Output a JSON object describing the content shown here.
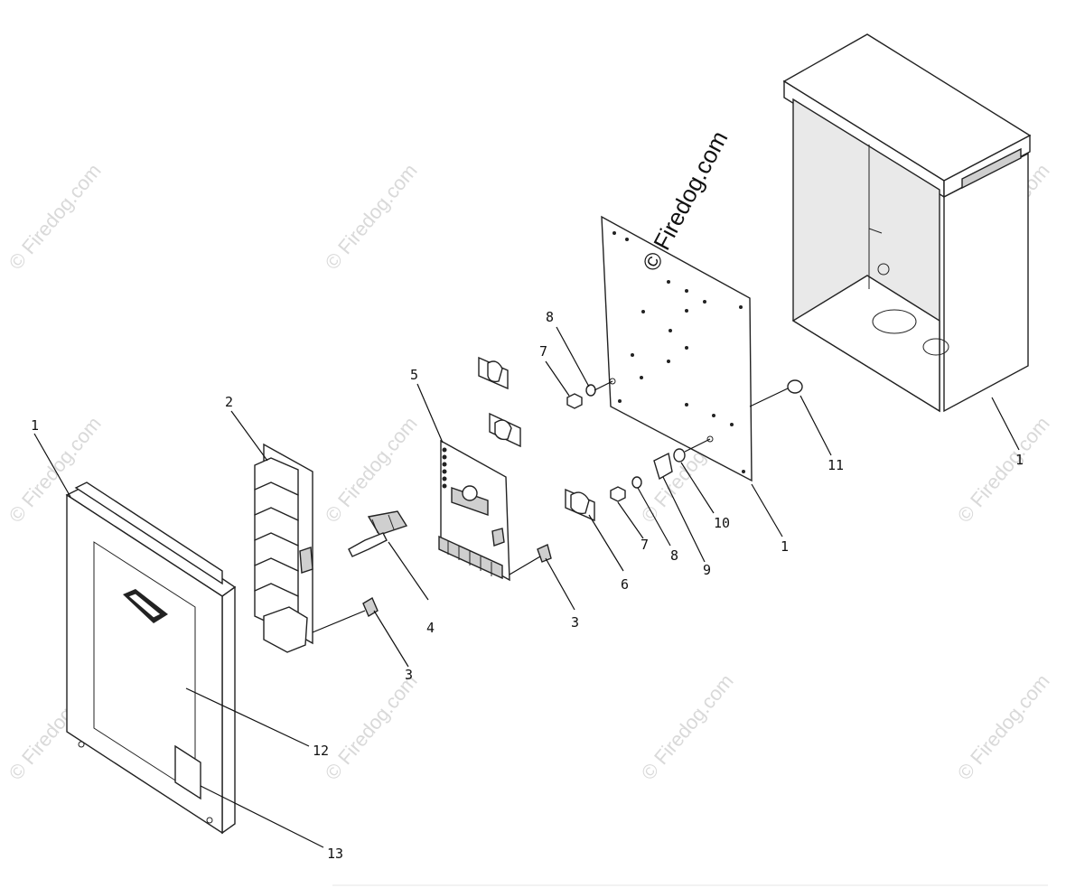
{
  "callouts": {
    "c1a": "1",
    "c1b": "1",
    "c1c": "1",
    "c2": "2",
    "c3a": "3",
    "c3b": "3",
    "c4": "4",
    "c5": "5",
    "c6": "6",
    "c7a": "7",
    "c7b": "7",
    "c8a": "8",
    "c8b": "8",
    "c9": "9",
    "c10": "10",
    "c11": "11",
    "c12": "12",
    "c13": "13"
  },
  "watermark": {
    "main": "© Firedog.com",
    "tile": "© Firedog.com"
  }
}
